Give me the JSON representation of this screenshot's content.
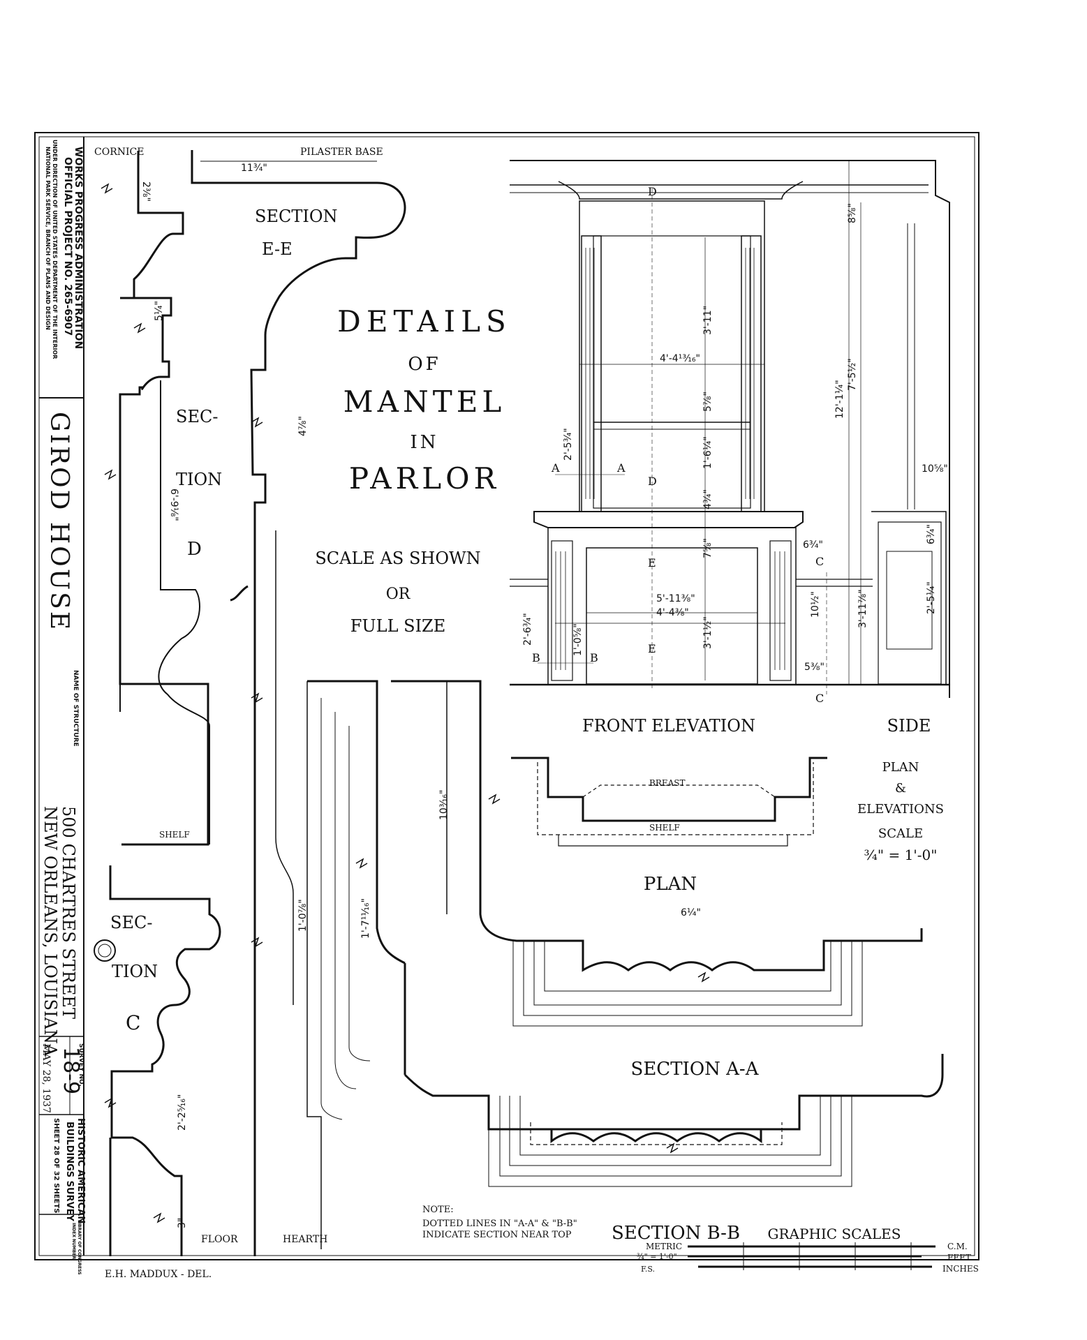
{
  "title_block": {
    "agency_lines": [
      "WORKS PROGRESS ADMINISTRATION",
      "OFFICIAL PROJECT NO. 265-6907",
      "UNDER DIRECTION OF UNITED STATES DEPARTMENT OF THE INTERIOR",
      "NATIONAL PARK SERVICE, BRANCH OF PLANS AND DESIGN"
    ],
    "structure_name": "GIROD HOUSE",
    "name_caption": "NAME OF STRUCTURE",
    "address_line1": "500 CHARTRES STREET",
    "address_line2": "NEW ORLEANS, LOUISIANA",
    "survey_caption": "SURVEY NO.",
    "survey_number": "18-9",
    "date": "MAY 28, 1937",
    "habs_line1": "HISTORIC AMERICAN",
    "habs_line2": "BUILDINGS SURVEY",
    "sheet_text": "SHEET 28 OF 32 SHEETS",
    "loc_line1": "LIBRARY OF CONGRESS",
    "loc_line2": "INDEX NUMBER"
  },
  "heading": {
    "line1": "DETAILS",
    "line2": "OF",
    "line3": "MANTEL",
    "line4": "IN",
    "line5": "PARLOR",
    "scale1": "SCALE AS SHOWN",
    "scale2": "OR",
    "scale3": "FULL SIZE"
  },
  "labels": {
    "cornice": "CORNICE",
    "pilaster_base": "PILASTER BASE",
    "section_ee_1": "SECTION",
    "section_ee_2": "E-E",
    "section_d_1": "SEC-",
    "section_d_2": "TION",
    "section_d_3": "D",
    "shelf": "SHELF",
    "section_c_1": "SEC-",
    "section_c_2": "TION",
    "section_c_3": "C",
    "floor": "FLOOR",
    "hearth": "HEARTH",
    "front_elevation": "FRONT ELEVATION",
    "side": "SIDE",
    "breast": "BREAST",
    "plan_shelf": "SHELF",
    "plan": "PLAN",
    "plan_scale_1": "PLAN",
    "plan_scale_2": "&",
    "plan_scale_3": "ELEVATIONS",
    "plan_scale_4": "SCALE",
    "plan_scale_5": "¾\" = 1'-0\"",
    "section_aa": "SECTION A-A",
    "section_bb": "SECTION B-B",
    "note_1": "NOTE:",
    "note_2": "DOTTED LINES IN \"A-A\" & \"B-B\"",
    "note_3": "INDICATE SECTION NEAR TOP",
    "graphic_scales": "GRAPHIC SCALES",
    "metric": "METRIC",
    "three_quarter": "¾\" = 1'-0\"",
    "fs": "F.S.",
    "cm": "C.M.",
    "feet": "FEET",
    "inches": "INCHES",
    "delineator": "E.H. MADDUX - DEL."
  },
  "dimensions": {
    "d_2_8": "2⅜\"",
    "d_11_3_4": "11¾\"",
    "d_5_1_4": "5¼\"",
    "d_4_7_8": "4⅞\"",
    "d_6_9_1_8": "6'-9⅛\"",
    "d_1_0_7_8": "1'-0⅞\"",
    "d_10_3_16": "10³⁄₁₆\"",
    "d_1_7_11_16": "1'-7¹¹⁄₁₆\"",
    "d_2_2_5_16": "2'-2⁵⁄₁₆\"",
    "d_3": "3\"",
    "d_3_11": "3'-11\"",
    "d_4_4_13_16": "4'-4¹³⁄₁₆\"",
    "d_5_7_8": "5⅞\"",
    "d_2_5_3_4": "2'-5¾\"",
    "d_1_6_1_4": "1'-6¼\"",
    "d_4_3_4": "4¾\"",
    "d_7_5_8": "7⅝\"",
    "d_5_11_3_8": "5'-11⅜\"",
    "d_4_4_3_8": "4'-4⅜\"",
    "d_3_1_1_2": "3'-1½\"",
    "d_2_6_3_4": "2'-6¾\"",
    "d_1_0_5_8": "1'-0⅝\"",
    "d_6_3_4": "6¾\"",
    "d_10_1_2": "10½\"",
    "d_5_3_8": "5⅜\"",
    "d_8_5_8": "8⅝\"",
    "d_12_1_1_4": "12'-1¼\"",
    "d_7_5_1_2": "7'-5½\"",
    "d_3_11_7_8": "3'-11⅞\"",
    "d_10_5_8": "10⅝\"",
    "d_6_3_4b": "6¾\"",
    "d_2_5_1_4": "2'-5¼\"",
    "d_6_1_4": "6¼\""
  },
  "marks": {
    "a": "A",
    "b": "B",
    "c": "C",
    "d": "D",
    "e": "E"
  }
}
